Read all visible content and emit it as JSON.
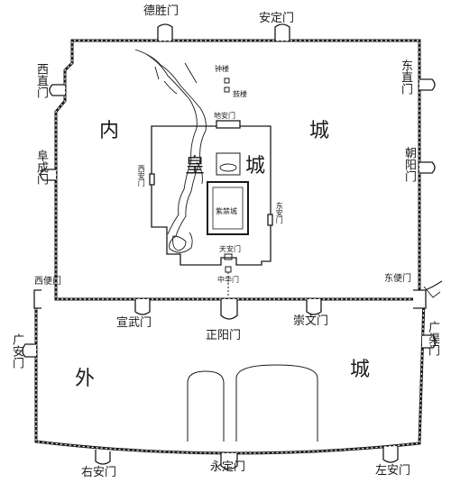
{
  "districts": {
    "inner_1": "内",
    "inner_2": "城",
    "imperial_1": "皇",
    "imperial_2": "城",
    "outer_1": "外",
    "outer_2": "城",
    "forbidden": "紫禁城"
  },
  "gates": {
    "deshengmen": "德胜门",
    "andingmen": "安定门",
    "xizhimen": "西直门",
    "dongzhimen": "东直门",
    "fuchengmen": "阜成门",
    "chaoyangmen": "朝阳门",
    "xibianmen": "西便门",
    "dongbianmen": "东便门",
    "xuanwumen": "宣武门",
    "zhengyangmen": "正阳门",
    "chongwenmen": "崇文门",
    "guanganmen": "广安门",
    "guangqumen": "广渠门",
    "youanmen": "右安门",
    "yongdingmen": "永定门",
    "zuoanmen": "左安门"
  },
  "landmarks": {
    "zhonglou": "钟楼",
    "gulou": "鼓楼",
    "dianmen": "地安门",
    "xianmen": "西安门",
    "dongan": "东安门",
    "tiananmen": "天安门",
    "zhonghuamen": "中华门"
  },
  "colors": {
    "ink": "#1a1a1a",
    "paper": "#ffffff"
  }
}
